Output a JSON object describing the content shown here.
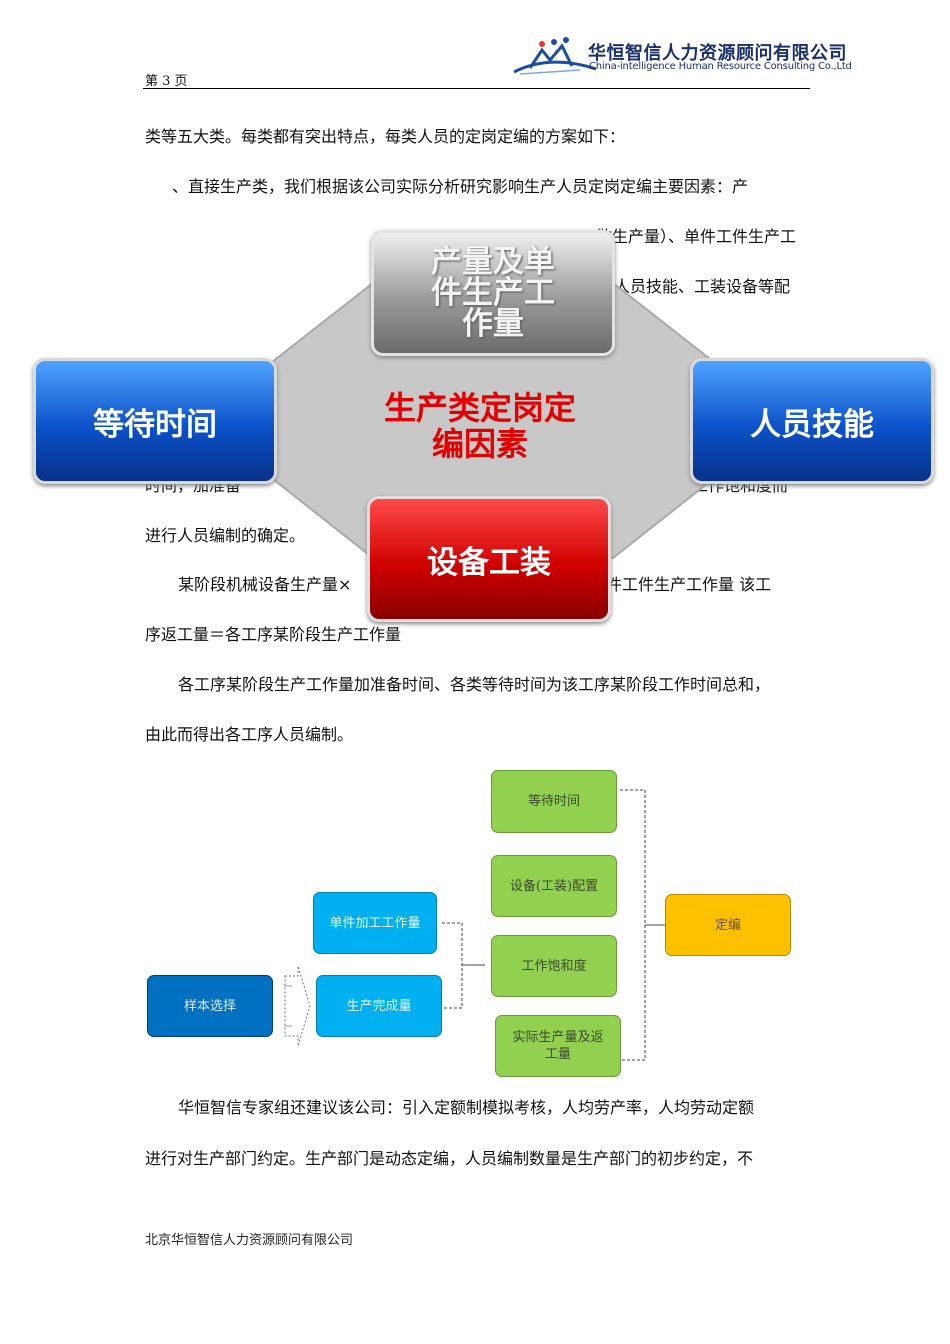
{
  "header": {
    "page_label": "第 3 页",
    "company_cn": "华恒智信人力资源顾问有限公司",
    "company_en": "China-intelligence Human Resource Consulting Co.,Ltd"
  },
  "paragraphs": {
    "p1": "类等五大类。每类都有突出特点，每类人员的定岗定编的方案如下：",
    "p2": "、直接生产类，我们根据该公司实际分析研究影响生产人员定岗定编主要因素：产",
    "p3": "散生产量）、单件工件生产工",
    "p4": "人员技能、工装设备等配",
    "p5a": "时间，加准备",
    "p5b": "员工工作饱和度而",
    "p6": "进行人员编制的确定。",
    "p7a": "某阶段机械设备生产量×",
    "p7b": "件工件生产工作量  该工",
    "p8": "序返工量＝各工序某阶段生产工作量",
    "p9": "各工序某阶段生产工作量加准备时间、各类等待时间为该工序某阶段工作时间总和，",
    "p10": "由此而得出各工序人员编制。",
    "p11": "华恒智信专家组还建议该公司：引入定额制模拟考核，人均劳产率，人均劳动定额",
    "p12": "进行对生产部门约定。生产部门是动态定编，人员编制数量是生产部门的初步约定，不"
  },
  "diagram1": {
    "center": "生产类定岗定编因素",
    "center_line1": "生产类定岗定",
    "center_line2": "编因素",
    "top": "产量及单件生产工作量",
    "top_line1": "产量及单",
    "top_line2": "件生产工",
    "top_line3": "作量",
    "left": "等待时间",
    "right": "人员技能",
    "bottom": "设备工装"
  },
  "diagram2": {
    "sample": "样本选择",
    "unit_work": "单件加工工作量",
    "output": "生产完成量",
    "wait": "等待时间",
    "equipment": "设备(工装)配置",
    "saturation": "工作饱和度",
    "actual_line1": "实际生产量及返",
    "actual_line2": "工量",
    "result": "定编"
  },
  "footer": {
    "text": "北京华恒智信人力资源顾问有限公司"
  },
  "colors": {
    "brand_navy": "#1a2f6b",
    "center_red": "#e50000",
    "blue_box": "#0070c0",
    "cyan_box": "#00b0f0",
    "green_box": "#92d050",
    "gold_box": "#ffc000"
  }
}
